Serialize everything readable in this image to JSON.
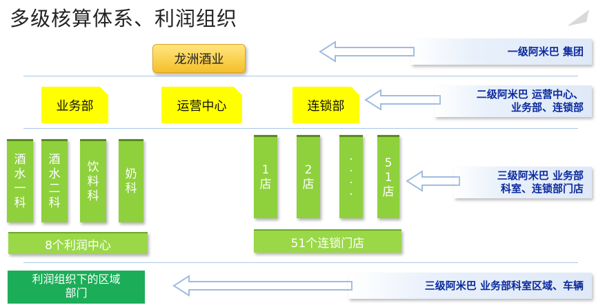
{
  "title": "多级核算体系、利润组织",
  "root": {
    "label": "龙洲酒业"
  },
  "level2": [
    {
      "label": "业务部"
    },
    {
      "label": "运营中心"
    },
    {
      "label": "连锁部"
    }
  ],
  "departments": [
    {
      "chars": [
        "酒",
        "水",
        "一",
        "科"
      ]
    },
    {
      "chars": [
        "酒",
        "水",
        "二",
        "科"
      ]
    },
    {
      "chars": [
        "饮",
        "料",
        "科"
      ]
    },
    {
      "chars": [
        "奶",
        "科"
      ]
    }
  ],
  "stores": [
    {
      "chars": [
        "1",
        "店"
      ]
    },
    {
      "chars": [
        "2",
        "店"
      ]
    },
    {
      "chars": [
        "·",
        "·",
        "·",
        "·"
      ]
    },
    {
      "chars": [
        "5",
        "1",
        "店"
      ]
    }
  ],
  "profit_center_label": "8个利润中心",
  "chain_store_label": "51个连锁门店",
  "region_label": [
    "利润组织下的区域",
    "部门"
  ],
  "annotations": [
    {
      "lines": [
        "一级阿米巴  集团"
      ]
    },
    {
      "lines": [
        "二级阿米巴  运营中心、",
        "业务部、连锁部"
      ]
    },
    {
      "lines": [
        "三级阿米巴  业务部",
        "科室、连锁部门店"
      ]
    },
    {
      "lines": [
        "三级阿米巴  业务部科室区域、车辆"
      ]
    }
  ],
  "colors": {
    "yellow_box": "#ffff00",
    "root_box": "#f5bf2a",
    "green_column": "#8ed13c",
    "dark_green_bar": "#1bad58",
    "annotation_text": "#0b2a9c",
    "divider": "#a9c6e6"
  },
  "icons": {
    "arrow": "left-arrow-icon",
    "page_curl": "page-curl-icon"
  }
}
